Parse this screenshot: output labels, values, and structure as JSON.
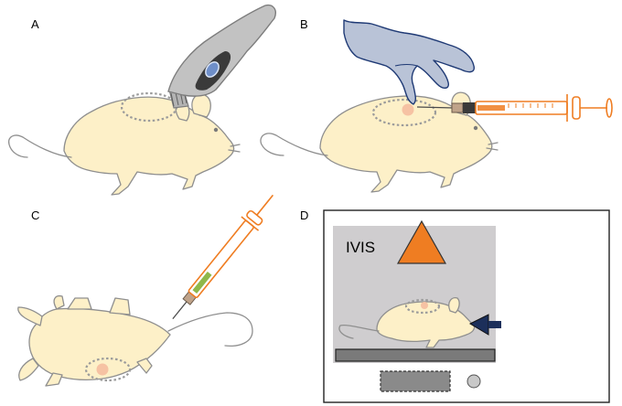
{
  "panels": [
    {
      "id": "A",
      "label": "A"
    },
    {
      "id": "B",
      "label": "B"
    },
    {
      "id": "C",
      "label": "C"
    },
    {
      "id": "D",
      "label": "D"
    }
  ],
  "imaging_chamber": {
    "label": "IVIS"
  },
  "colors": {
    "mouse_fill": "#fdf0c8",
    "mouse_outline": "#8f8f8f",
    "clipper_body": "#b3b3b3",
    "clipper_button": "#6f8fc9",
    "glove": "#b9c3d7",
    "syringe": "#ef7d22",
    "tumor": "#f6c2a3",
    "plunger_green": "#8fb84a",
    "chamber_gray": "#cfcdcf",
    "stage_gray": "#7a7a7a",
    "nose_cone": "#1c2f5a"
  }
}
